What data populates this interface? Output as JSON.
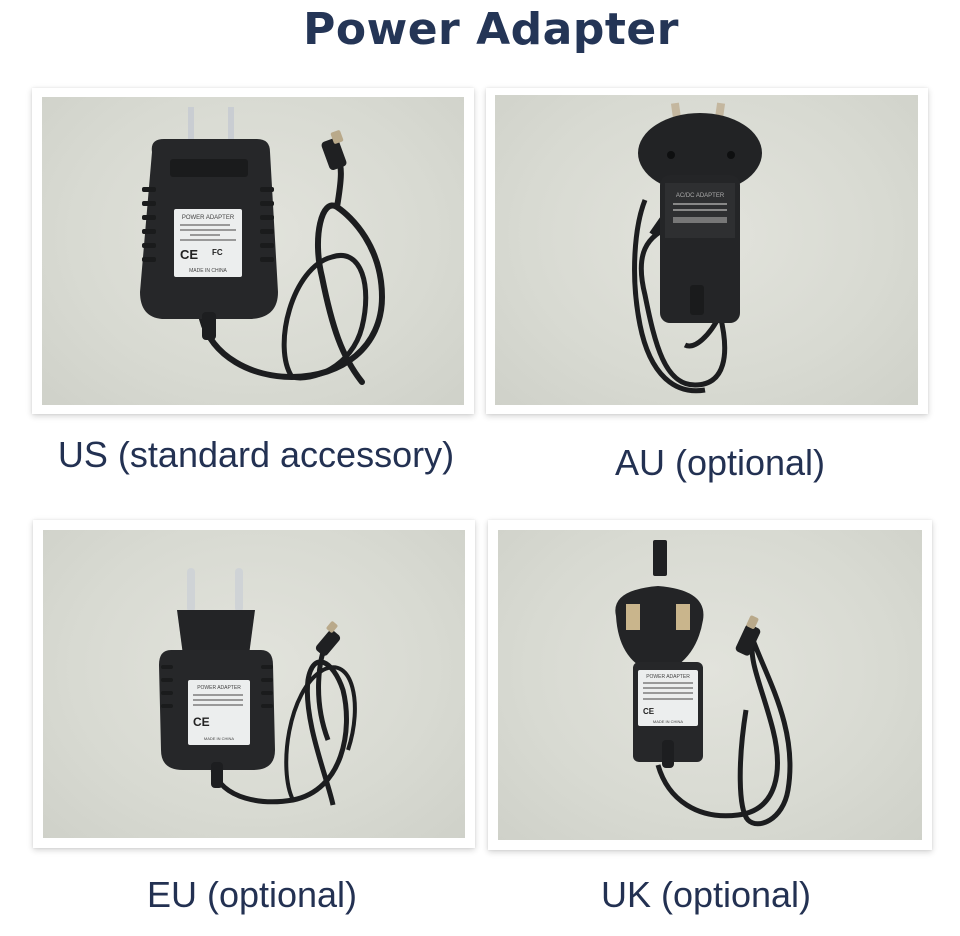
{
  "page": {
    "title": "Power Adapter",
    "title_color": "#243556",
    "caption_color": "#233152"
  },
  "variants": [
    {
      "region": "US",
      "caption": "US (standard accessory)",
      "plug_type": "us-two-flat-pin",
      "label_text": [
        "POWER ADAPTER",
        "MADE IN CHINA"
      ],
      "marks": [
        "CE",
        "FC"
      ]
    },
    {
      "region": "AU",
      "caption": "AU (optional)",
      "plug_type": "au-angled-pin",
      "label_text": [
        "AC/DC ADAPTER"
      ],
      "marks": []
    },
    {
      "region": "EU",
      "caption": "EU (optional)",
      "plug_type": "eu-round-pin",
      "label_text": [
        "POWER ADAPTER",
        "MADE IN CHINA"
      ],
      "marks": [
        "CE"
      ]
    },
    {
      "region": "UK",
      "caption": "UK (optional)",
      "plug_type": "uk-three-pin",
      "label_text": [
        "POWER ADAPTER",
        "MADE IN CHINA"
      ],
      "marks": [
        "CE"
      ]
    }
  ]
}
